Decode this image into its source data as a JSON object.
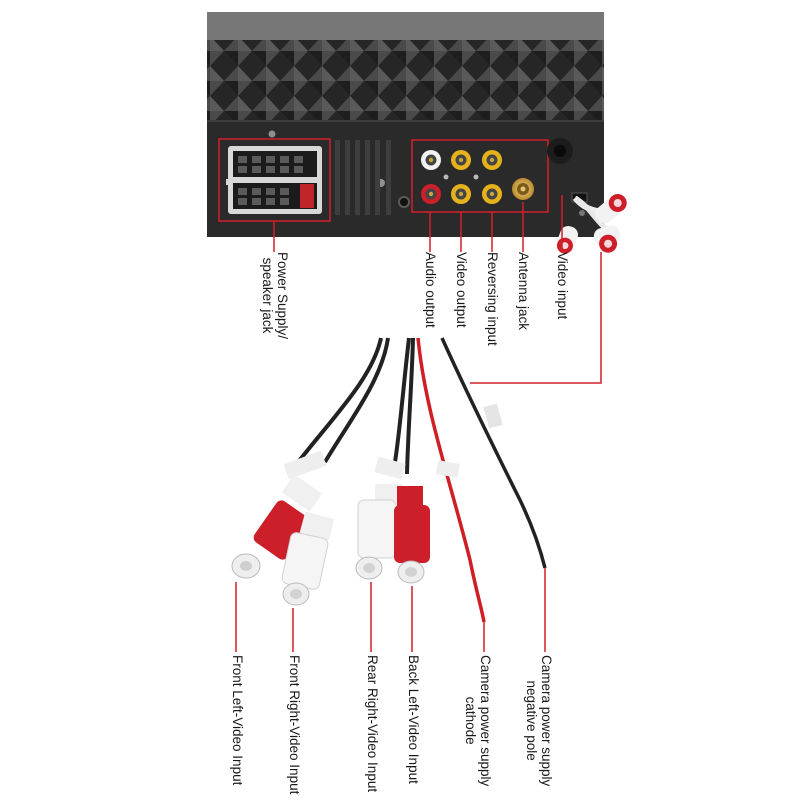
{
  "labels": {
    "power_speaker": "Power Supply/\nspeaker jack",
    "audio_output": "Audio output",
    "video_output": "Video output",
    "reversing_input": "Reversing input",
    "antenna_jack": "Antenna jack",
    "video_input": "Video input",
    "front_left_video": "Front Left-Video Input",
    "front_right_video": "Front Right-Video Input",
    "rear_right_video": "Rear Right-Video Input",
    "back_left_video": "Back Left-Video Input",
    "camera_power_cathode": "Camera power supply\ncathode",
    "camera_power_negative": "Camera power supply\nnegative pole"
  },
  "colors": {
    "callout_line": "#d1202a",
    "unit_body": "#2b2b2b",
    "rca_red": "#cc1f2a",
    "rca_white": "#f4f4f4",
    "rca_yellow": "#e6b21c"
  }
}
